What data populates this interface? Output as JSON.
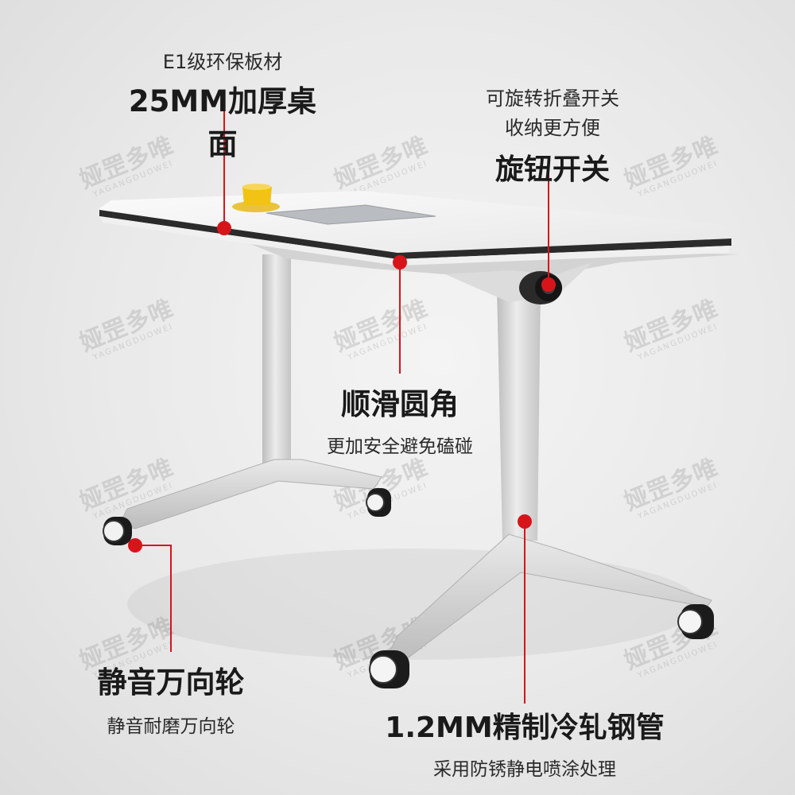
{
  "colors": {
    "accent_red": "#d8141b",
    "text": "#1a1a1a",
    "background": "#ececec"
  },
  "watermark": {
    "cn": "娅罡多唯",
    "en": "YAGANGDUOWEI"
  },
  "features": {
    "top_left": {
      "subtitle": "E1级环保板材",
      "title": "25MM加厚桌面"
    },
    "top_right": {
      "line1": "可旋转折叠开关",
      "line2": "收纳更方便",
      "title": "旋钮开关"
    },
    "middle": {
      "title": "顺滑圆角",
      "subtitle": "更加安全避免磕碰"
    },
    "bottom_left": {
      "title": "静音万向轮",
      "subtitle": "静音耐磨万向轮"
    },
    "bottom_right": {
      "title": "1.2MM精制冷轧钢管",
      "subtitle": "采用防锈静电喷涂处理"
    }
  },
  "icons": [
    "table-product-image",
    "pointer-dot-icon"
  ]
}
